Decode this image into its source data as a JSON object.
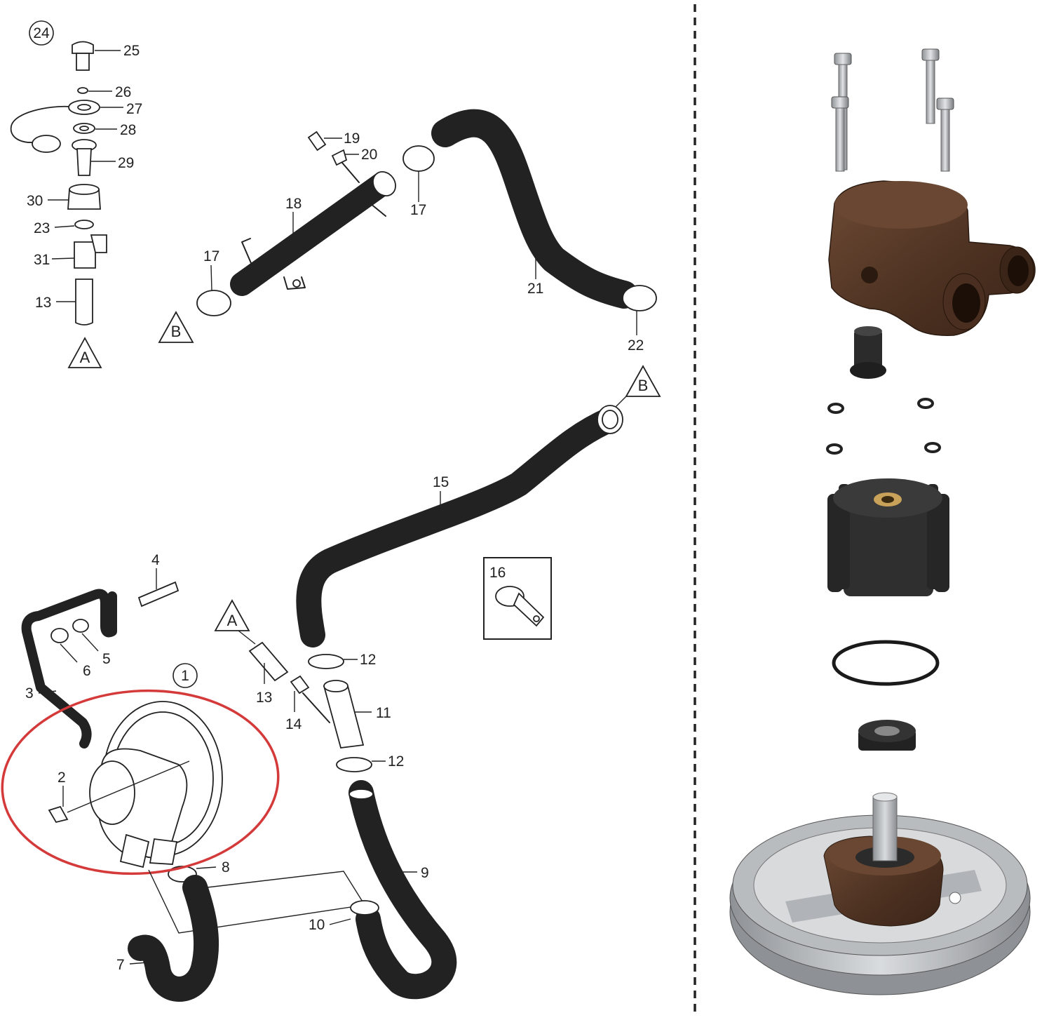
{
  "callouts": [
    {
      "id": "c24",
      "text": "24"
    },
    {
      "id": "c25",
      "text": "25"
    },
    {
      "id": "c26",
      "text": "26"
    },
    {
      "id": "c27",
      "text": "27"
    },
    {
      "id": "c28",
      "text": "28"
    },
    {
      "id": "c29",
      "text": "29"
    },
    {
      "id": "c30",
      "text": "30"
    },
    {
      "id": "c23",
      "text": "23"
    },
    {
      "id": "c31",
      "text": "31"
    },
    {
      "id": "c13a",
      "text": "13"
    },
    {
      "id": "c19",
      "text": "19"
    },
    {
      "id": "c20",
      "text": "20"
    },
    {
      "id": "c18",
      "text": "18"
    },
    {
      "id": "c17a",
      "text": "17"
    },
    {
      "id": "c17b",
      "text": "17"
    },
    {
      "id": "c21",
      "text": "21"
    },
    {
      "id": "c22",
      "text": "22"
    },
    {
      "id": "c15",
      "text": "15"
    },
    {
      "id": "c16",
      "text": "16"
    },
    {
      "id": "c4",
      "text": "4"
    },
    {
      "id": "c6",
      "text": "6"
    },
    {
      "id": "c5",
      "text": "5"
    },
    {
      "id": "c3",
      "text": "3"
    },
    {
      "id": "c1",
      "text": "1"
    },
    {
      "id": "c2",
      "text": "2"
    },
    {
      "id": "c8",
      "text": "8"
    },
    {
      "id": "c7",
      "text": "7"
    },
    {
      "id": "c10",
      "text": "10"
    },
    {
      "id": "c9",
      "text": "9"
    },
    {
      "id": "c12a",
      "text": "12"
    },
    {
      "id": "c12b",
      "text": "12"
    },
    {
      "id": "c11",
      "text": "11"
    },
    {
      "id": "c13b",
      "text": "13"
    },
    {
      "id": "c14",
      "text": "14"
    }
  ],
  "connectors": [
    {
      "id": "ta",
      "text": "A"
    },
    {
      "id": "tb1",
      "text": "B"
    },
    {
      "id": "tb2",
      "text": "B"
    },
    {
      "id": "ta2",
      "text": "A"
    }
  ],
  "colors": {
    "line": "#222222",
    "highlight": "#d43a3a",
    "pump_body": "#5a3a28",
    "rubber": "#2b2b2b",
    "steel": "#b9bcbf",
    "brass": "#c9a25a",
    "divider": "#222222"
  }
}
